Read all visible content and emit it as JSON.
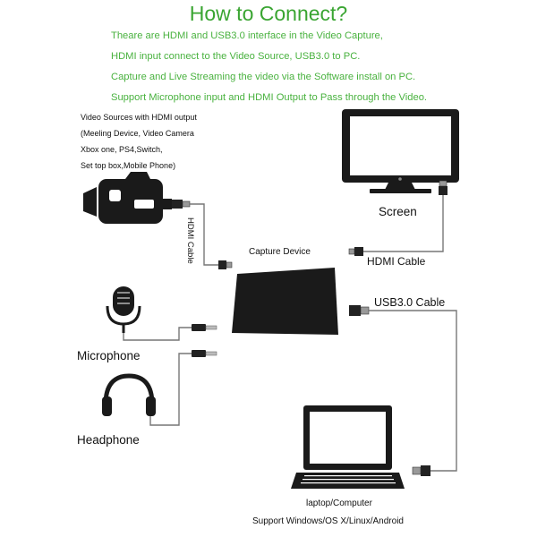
{
  "title": "How to Connect?",
  "intro_lines": [
    "Theare are HDMI and USB3.0 interface in the Video Capture,",
    "HDMI input connect to the  Video Source, USB3.0 to PC.",
    "Capture and Live Streaming the video via the Software install on PC.",
    "Support Microphone input and HDMI Output to Pass through the Video."
  ],
  "video_sources": [
    "Video Sources with HDMI output",
    "(Meeling Device, Video Camera",
    "Xbox one, PS4,Switch,",
    "Set top box,Mobile Phone)"
  ],
  "labels": {
    "screen": "Screen",
    "hdmi_cable_vertical": "HDMI Cable",
    "hdmi_cable_out": "HDMI Cable",
    "capture_device": "Capture Device",
    "usb_cable": "USB3.0 Cable",
    "microphone": "Microphone",
    "headphone": "Headphone",
    "laptop": "laptop/Computer",
    "support": "Support Windows/OS X/Linux/Android"
  },
  "colors": {
    "accent": "#3aa532",
    "body_text": "#49b23f",
    "device": "#1a1a1a"
  }
}
